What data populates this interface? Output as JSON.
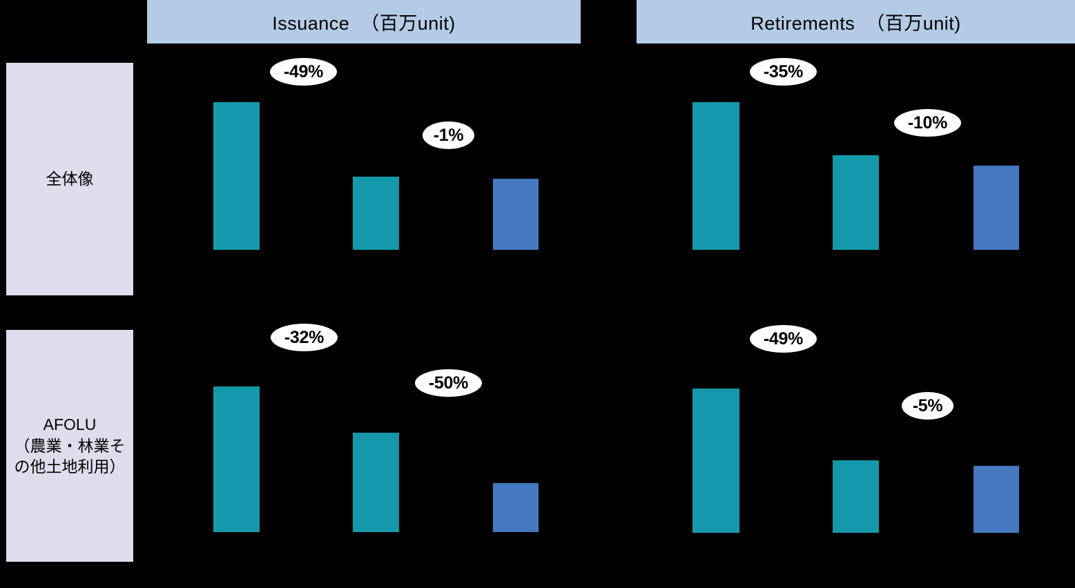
{
  "figure": {
    "background_color": "#000000",
    "header_color": "#b3cbe5",
    "row_label_color": "#dedded",
    "teal_color": "#1599aa",
    "blue_color": "#4479bf",
    "badge_color": "#ffffff"
  },
  "columns": [
    {
      "key": "issuance",
      "label": "Issuance  （百万unit)"
    },
    {
      "key": "retirements",
      "label": "Retirements  （百万unit)"
    }
  ],
  "rows": [
    {
      "key": "overall",
      "label": "全体像"
    },
    {
      "key": "afolu",
      "label": "AFOLU\n（農業・林業その他土地利用）"
    }
  ],
  "chart_data": {
    "type": "bar",
    "title": "",
    "xlabel": "",
    "ylabel": "",
    "grid": false,
    "legend_position": "none",
    "panels": [
      {
        "row": "全体像",
        "column": "Issuance  （百万unit)",
        "series": [
          {
            "name": "bar-1",
            "color": "#1599aa",
            "value": 100
          },
          {
            "name": "bar-2",
            "color": "#1599aa",
            "value": 51
          },
          {
            "name": "bar-3",
            "color": "#4479bf",
            "value": 50
          }
        ],
        "annotations": [
          {
            "label": "-49%",
            "between": [
              "bar-1",
              "bar-2"
            ]
          },
          {
            "label": "-1%",
            "between": [
              "bar-2",
              "bar-3"
            ]
          }
        ]
      },
      {
        "row": "全体像",
        "column": "Retirements  （百万unit)",
        "series": [
          {
            "name": "bar-1",
            "color": "#1599aa",
            "value": 100
          },
          {
            "name": "bar-2",
            "color": "#1599aa",
            "value": 65
          },
          {
            "name": "bar-3",
            "color": "#4479bf",
            "value": 58
          }
        ],
        "annotations": [
          {
            "label": "-35%",
            "between": [
              "bar-1",
              "bar-2"
            ]
          },
          {
            "label": "-10%",
            "between": [
              "bar-2",
              "bar-3"
            ]
          }
        ]
      },
      {
        "row": "AFOLU（農業・林業その他土地利用）",
        "column": "Issuance  （百万unit)",
        "series": [
          {
            "name": "bar-1",
            "color": "#1599aa",
            "value": 100
          },
          {
            "name": "bar-2",
            "color": "#1599aa",
            "value": 68
          },
          {
            "name": "bar-3",
            "color": "#4479bf",
            "value": 34
          }
        ],
        "annotations": [
          {
            "label": "-32%",
            "between": [
              "bar-1",
              "bar-2"
            ]
          },
          {
            "label": "-50%",
            "between": [
              "bar-2",
              "bar-3"
            ]
          }
        ]
      },
      {
        "row": "AFOLU（農業・林業その他土地利用）",
        "column": "Retirements  （百万unit)",
        "series": [
          {
            "name": "bar-1",
            "color": "#1599aa",
            "value": 100
          },
          {
            "name": "bar-2",
            "color": "#1599aa",
            "value": 51
          },
          {
            "name": "bar-3",
            "color": "#4479bf",
            "value": 48
          }
        ],
        "annotations": [
          {
            "label": "-49%",
            "between": [
              "bar-1",
              "bar-2"
            ]
          },
          {
            "label": "-5%",
            "between": [
              "bar-2",
              "bar-3"
            ]
          }
        ]
      }
    ]
  },
  "badges": {
    "r1c1a": "-49%",
    "r1c1b": "-1%",
    "r1c2a": "-35%",
    "r1c2b": "-10%",
    "r2c1a": "-32%",
    "r2c1b": "-50%",
    "r2c2a": "-49%",
    "r2c2b": "-5%"
  }
}
